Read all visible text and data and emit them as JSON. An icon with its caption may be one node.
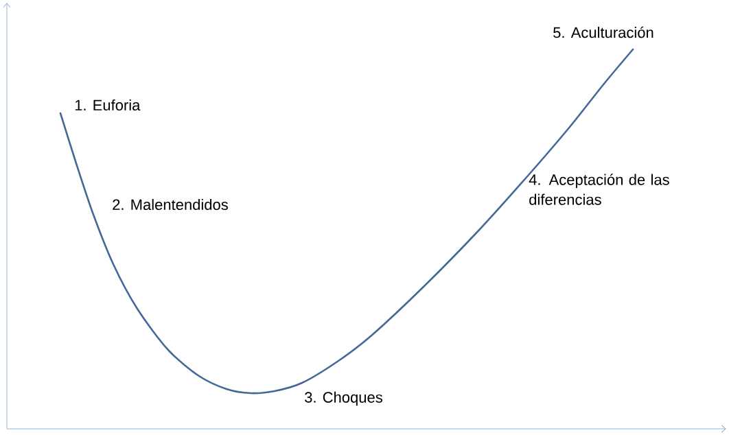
{
  "diagram": {
    "labels": [
      "5. Aculturación",
      "1. Euforia",
      "4. Aceptación de las diferencias",
      "2. Malentendidos",
      "3. Choques"
    ]
  }
}
